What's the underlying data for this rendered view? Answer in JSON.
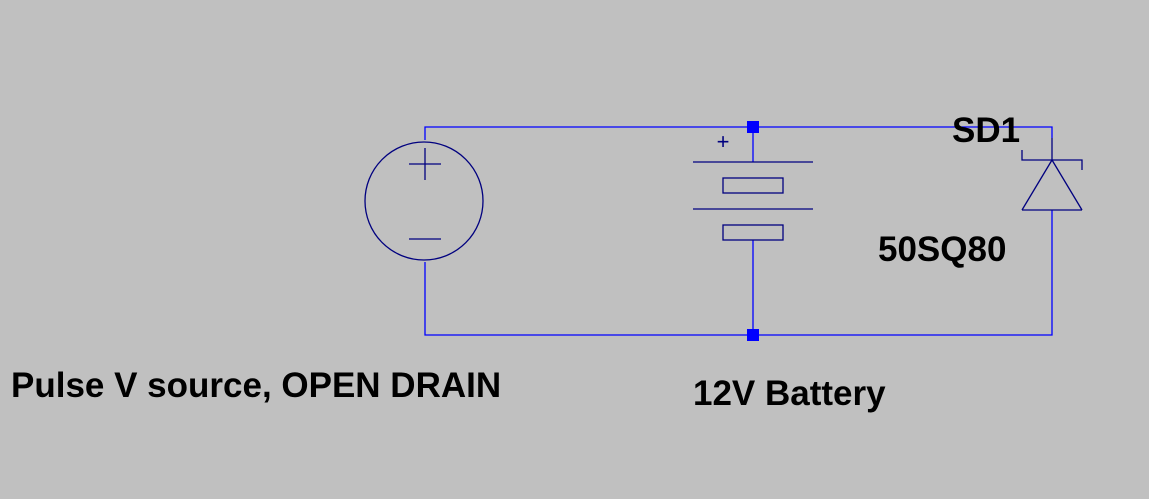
{
  "labels": {
    "source": "Pulse V source, OPEN DRAIN",
    "battery": "12V Battery",
    "diode_ref": "SD1",
    "diode_model": "50SQ80",
    "battery_plus": "+"
  },
  "components": [
    {
      "type": "voltage-source",
      "name": "Pulse V source",
      "terminals": [
        "+",
        "−"
      ]
    },
    {
      "type": "battery",
      "name": "12V Battery"
    },
    {
      "type": "schottky-diode",
      "ref": "SD1",
      "model": "50SQ80"
    }
  ],
  "colors": {
    "background": "#c0c0c0",
    "wire": "#0000ff",
    "symbol": "#00007f",
    "junction": "#0000ff",
    "text": "#000000"
  }
}
